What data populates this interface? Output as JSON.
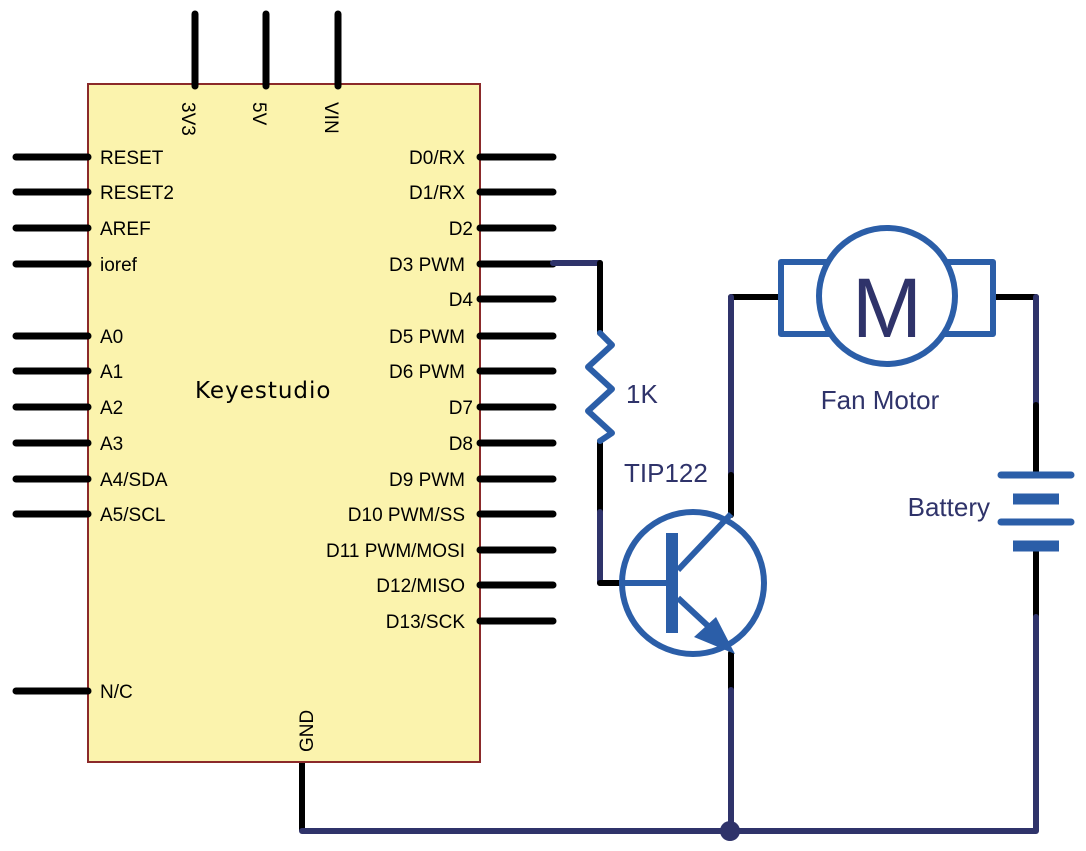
{
  "board": {
    "title": "Keyestudio",
    "top_pins": [
      "3V3",
      "5V",
      "VIN"
    ],
    "left_pins": [
      "RESET",
      "RESET2",
      "AREF",
      "ioref",
      "A0",
      "A1",
      "A2",
      "A3",
      "A4/SDA",
      "A5/SCL",
      "N/C"
    ],
    "right_pins": [
      "D0/RX",
      "D1/RX",
      "D2",
      "D3 PWM",
      "D4",
      "D5 PWM",
      "D6 PWM",
      "D7",
      "D8",
      "D9 PWM",
      "D10 PWM/SS",
      "D11 PWM/MOSI",
      "D12/MISO",
      "D13/SCK"
    ],
    "bottom_pins": [
      "GND"
    ]
  },
  "components": {
    "resistor": {
      "label": "1K"
    },
    "transistor": {
      "label": "TIP122"
    },
    "motor": {
      "label": "Fan Motor",
      "symbol": "M"
    },
    "battery": {
      "label": "Battery"
    }
  },
  "colors": {
    "board_fill": "#fbf3ad",
    "board_border": "#8b2a2a",
    "pin": "#000000",
    "wire": "#2f336a",
    "component": "#2b5ea8"
  }
}
